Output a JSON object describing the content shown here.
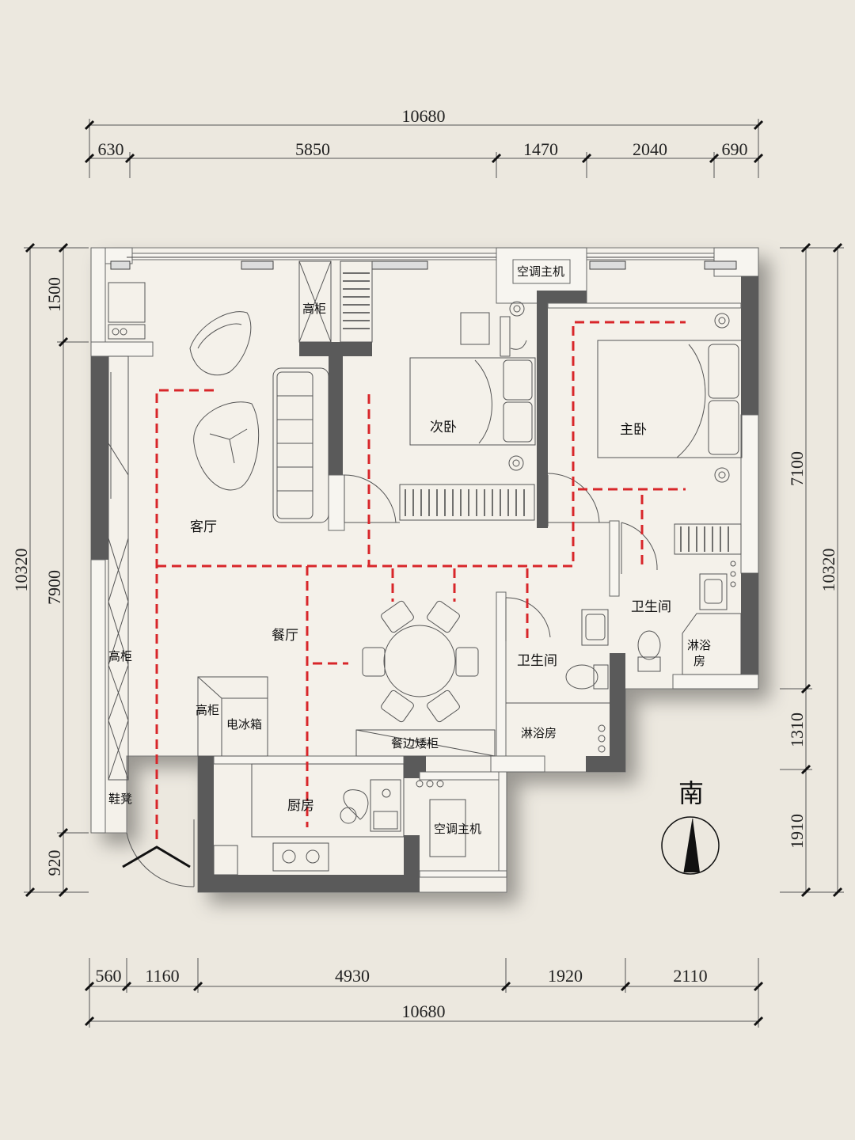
{
  "dimensions": {
    "top_total": "10680",
    "top_segments": [
      "630",
      "5850",
      "1470",
      "2040",
      "690"
    ],
    "bottom_segments": [
      "560",
      "1160",
      "4930",
      "1920",
      "2110"
    ],
    "bottom_total": "10680",
    "left_total": "10320",
    "left_segments": [
      "1500",
      "7900",
      "920"
    ],
    "right_total": "10320",
    "right_segments": [
      "7100",
      "1310",
      "1910"
    ]
  },
  "rooms": {
    "living": "客厅",
    "dining": "餐厅",
    "second_bedroom": "次卧",
    "master_bedroom": "主卧",
    "bathroom_1": "卫生间",
    "bathroom_2": "卫生间",
    "kitchen": "厨房",
    "shower_1": "淋浴房",
    "shower_2a": "淋浴",
    "shower_2b": "房"
  },
  "furniture": {
    "tall_cabinet_top": "高柜",
    "tall_cabinet_left": "高柜",
    "tall_cabinet_kitchen": "高柜",
    "fridge": "电冰箱",
    "sideboard": "餐边矮柜",
    "shoe_bench": "鞋凳",
    "ac_unit_top": "空调主机",
    "ac_unit_bottom": "空调主机"
  },
  "compass": {
    "direction": "南",
    "icon": "north-arrow-icon"
  },
  "colors": {
    "background": "#ece8df",
    "wall": "#5a5a5a",
    "circulation_line": "#d8262a"
  }
}
